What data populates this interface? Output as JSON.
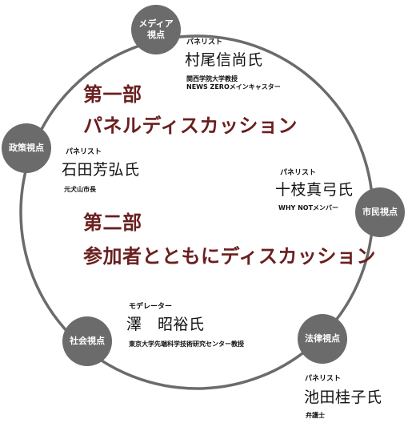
{
  "viewpoints": {
    "media": "メディア\n視点",
    "policy": "政策視点",
    "citizen": "市民視点",
    "society": "社会視点",
    "law": "法律視点"
  },
  "people": {
    "murao": {
      "role": "パネリスト",
      "name": "村尾信尚氏",
      "aff1": "関西学院大学教授",
      "aff2": "NEWS ZEROメインキャスター"
    },
    "ishida": {
      "role": "パネリスト",
      "name": "石田芳弘氏",
      "aff1": "元犬山市長"
    },
    "toeda": {
      "role": "パネリスト",
      "name": "十枝真弓氏",
      "aff1": "WHY NOTメンバー"
    },
    "sawa": {
      "role": "モデレーター",
      "name": "澤　昭裕氏",
      "aff1": "東京大学先端科学技術研究センター教授"
    },
    "ikeda": {
      "role": "パネリスト",
      "name": "池田桂子氏",
      "aff1": "弁護士"
    }
  },
  "sections": {
    "part1_title": "第一部",
    "part1_sub": "パネルディスカッション",
    "part2_title": "第二部",
    "part2_sub": "参加者とともにディスカッション"
  },
  "colors": {
    "ring": "#6b6b6b",
    "node": "#6b6b6b",
    "section_text": "#6a1f1f"
  }
}
